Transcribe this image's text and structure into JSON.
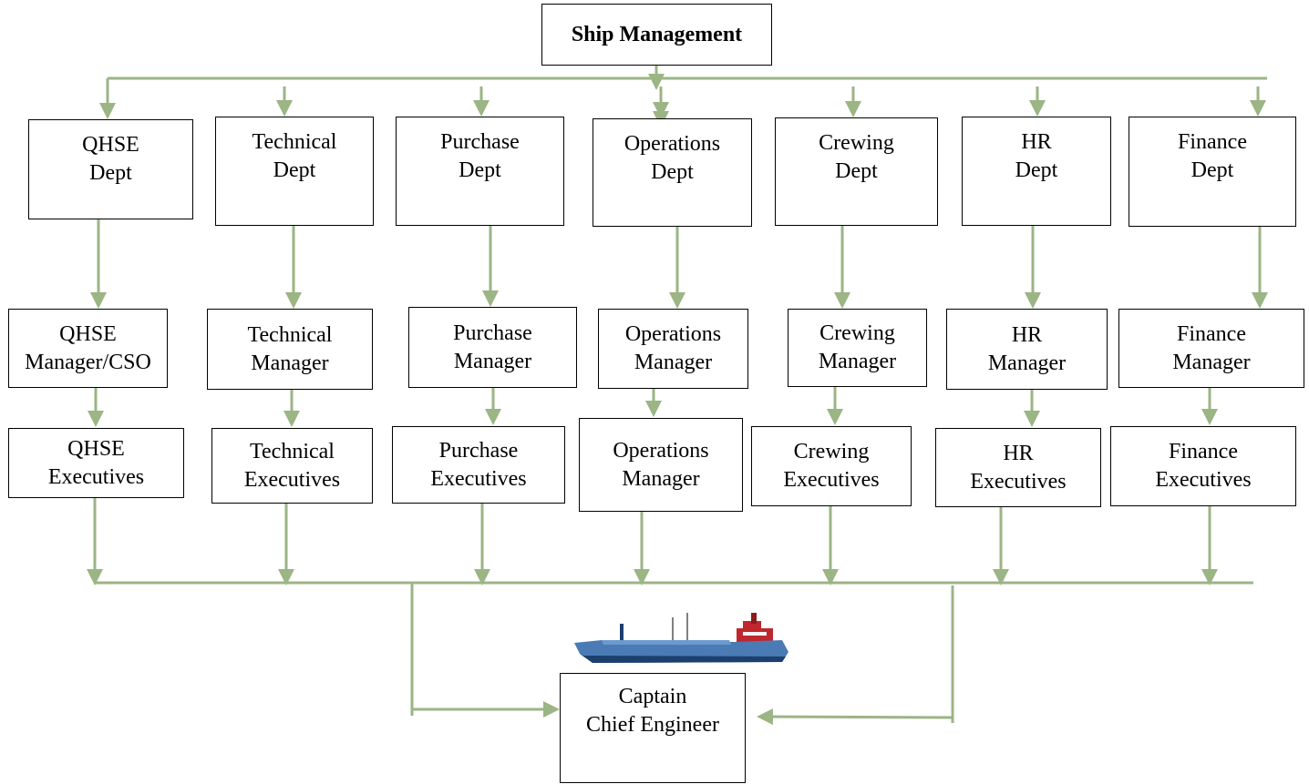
{
  "root": {
    "label": "Ship Management"
  },
  "departments": [
    {
      "name": [
        "QHSE",
        "Dept"
      ],
      "manager": [
        "QHSE",
        "Manager/CSO"
      ],
      "executives": [
        "QHSE",
        "Executives"
      ]
    },
    {
      "name": [
        "Technical",
        "Dept"
      ],
      "manager": [
        "Technical",
        "Manager"
      ],
      "executives": [
        "Technical",
        "Executives"
      ]
    },
    {
      "name": [
        "Purchase",
        "Dept"
      ],
      "manager": [
        "Purchase",
        "Manager"
      ],
      "executives": [
        "Purchase",
        "Executives"
      ]
    },
    {
      "name": [
        "Operations",
        "Dept"
      ],
      "manager": [
        "Operations",
        "Manager"
      ],
      "executives": [
        "Operations",
        "Manager"
      ]
    },
    {
      "name": [
        "Crewing",
        "Dept"
      ],
      "manager": [
        "Crewing",
        "Manager"
      ],
      "executives": [
        "Crewing",
        "Executives"
      ]
    },
    {
      "name": [
        "HR",
        "Dept"
      ],
      "manager": [
        "HR",
        "Manager"
      ],
      "executives": [
        "HR",
        "Executives"
      ]
    },
    {
      "name": [
        "Finance",
        "Dept"
      ],
      "manager": [
        "Finance",
        "Manager"
      ],
      "executives": [
        "Finance",
        "Executives"
      ]
    }
  ],
  "ship_command": {
    "lines": [
      "Captain",
      "Chief Engineer"
    ]
  },
  "ship_icon": "cargo-ship-icon",
  "colors": {
    "connector": "#9bb585",
    "border": "#000000",
    "ship_hull": "#4a7bb5",
    "ship_bridge": "#c0262d"
  }
}
